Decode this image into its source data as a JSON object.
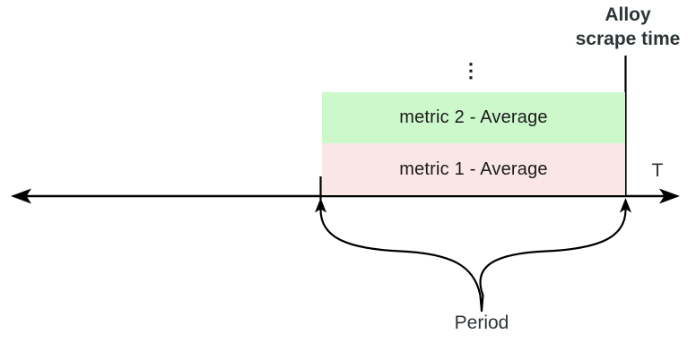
{
  "diagram": {
    "scrape_time": {
      "line1": "Alloy",
      "line2": "scrape time"
    },
    "axis_end_label": "T",
    "ellipsis": "⋮",
    "stack": [
      {
        "label": "metric 1 - Average",
        "fill": "#fae6e6"
      },
      {
        "label": "metric 2 - Average",
        "fill": "#ccf8cc"
      }
    ],
    "period_label": "Period",
    "colors": {
      "line": "#000000",
      "annotation_text": "#2d3436",
      "metric_text": "#1a1a1a",
      "green_fill": "#ccf8cc",
      "pink_fill": "#fae6e6"
    }
  }
}
